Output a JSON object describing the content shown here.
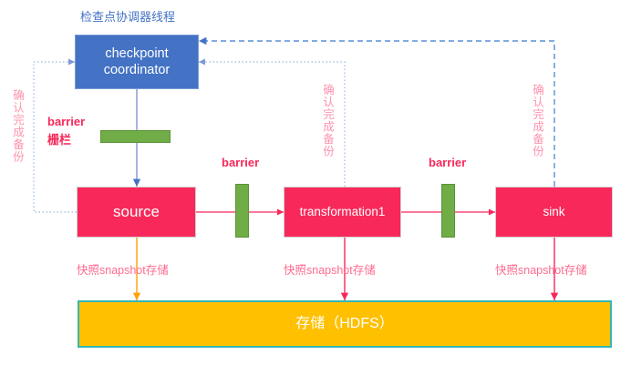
{
  "diagram": {
    "title": "检查点协调器线程",
    "coordinator": {
      "line1": "checkpoint",
      "line2": "coordinator",
      "color": "#4472C4"
    },
    "stages": [
      {
        "label": "source",
        "snapshot_label": "快照snapshot存储",
        "ack_label": "确认完成备份"
      },
      {
        "label": "transformation1",
        "snapshot_label": "快照snapshot存储",
        "ack_label": "确认完成备份"
      },
      {
        "label": "sink",
        "snapshot_label": "快照snapshot存储",
        "ack_label": "确认完成备份"
      }
    ],
    "stage_color": "#F8285A",
    "barrier_color": "#70AD47",
    "barrier_labels": {
      "main_en": "barrier",
      "main_zh": "栅栏",
      "mid1": "barrier",
      "mid2": "barrier"
    },
    "storage": {
      "label": "存储（HDFS）",
      "fill": "#FFC000",
      "border": "#35B6B4"
    },
    "ack_text_color": "#FF94AE",
    "snapshot_text_color": "#FF6B8F"
  }
}
